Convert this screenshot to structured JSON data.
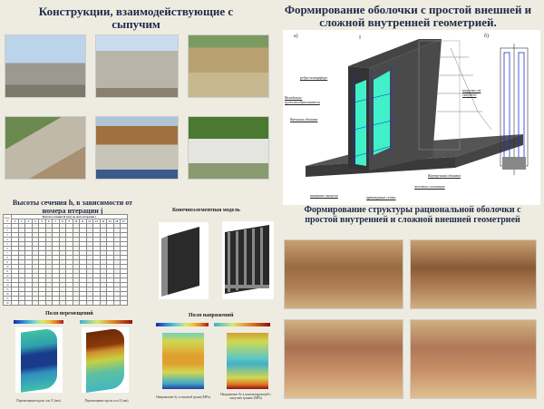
{
  "left_title": "Конструкции, взаимодействующие с сыпучим",
  "right_title": "Формирование оболочки с простой внешней и сложной внутренней геометрией.",
  "diagram": {
    "label_a": "а)",
    "label_b": "б)",
    "label_I": "I",
    "labels": [
      "ребро-контрфорс",
      "Вкладыши-пустотообразователи",
      "Внешняя обшивка",
      "анкерные выпуски",
      "арматурные сетки",
      "жесткое основание",
      "Внутренняя обшивка",
      "нагрузка от сыпучего"
    ]
  },
  "table": {
    "title": "Высоты сечения h, в зависимости от номера итерации j",
    "corner": "Ном. эл.",
    "group_header": "Высоты сечения hi (мм) на шаге итерации j",
    "columns": [
      "1",
      "2",
      "3",
      "4",
      "5",
      "6",
      "7",
      "8",
      "9",
      "10",
      "11",
      "12",
      "13",
      "14",
      "15",
      "16",
      "17"
    ],
    "rows": [
      "1",
      "2",
      "3",
      "4",
      "5",
      "6",
      "7",
      "8",
      "9",
      "10",
      "11",
      "12",
      "13",
      "14",
      "15",
      "16",
      "17",
      "18"
    ]
  },
  "fe_title": "Конечноэлементная модель",
  "displacement": {
    "title": "Поля перемещений",
    "captions": [
      "Перемещение вдоль оси X (мм)",
      "Перемещение вдоль оси Z (мм)"
    ]
  },
  "stress": {
    "title": "Поля напряжений",
    "captions": [
      "Напряжение Sy в лицевой грани (MPa)",
      "Напряжение Sy в контактирующей с сыпучим гранью (MPa)"
    ]
  },
  "bottom_right_title": "Формирование структуры рациональной оболочки с простой внутренней и сложной внешней геометрией"
}
